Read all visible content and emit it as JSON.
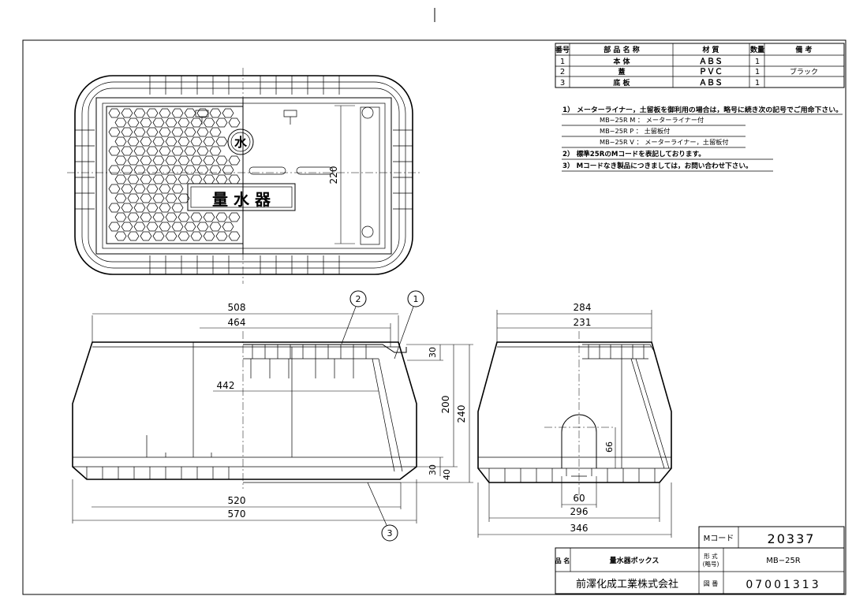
{
  "parts_table": {
    "headers": [
      "番号",
      "部 品 名 称",
      "材 質",
      "数量",
      "備 考"
    ],
    "rows": [
      [
        "1",
        "本 体",
        "ＡＢＳ",
        "1",
        ""
      ],
      [
        "2",
        "蓋",
        "ＰＶＣ",
        "1",
        "ブラック"
      ],
      [
        "3",
        "底 板",
        "ＡＢＳ",
        "1",
        ""
      ]
    ]
  },
  "notes": [
    "1） メーターライナー，土留板を御利用の場合は，略号に続き次の記号でご用命下さい。",
    "MB−25R M ： メーターライナー付",
    "MB−25R P ： 土留板付",
    "MB−25R V ： メーターライナー，土留板付",
    "2） 標準25RのMコードを表記しております。",
    "3） Mコードなき製品につきましては，お問い合わせ下さい。"
  ],
  "lid_label": "量 水 器",
  "lid_symbol": "水",
  "balloons": [
    "1",
    "2",
    "3"
  ],
  "dimensions": {
    "top_height": "220",
    "front_508": "508",
    "front_464": "464",
    "front_442": "442",
    "front_520": "520",
    "front_570": "570",
    "front_30_top": "30",
    "front_200": "200",
    "front_240": "240",
    "front_30_bottom": "30",
    "front_40": "40",
    "side_284": "284",
    "side_231": "231",
    "side_66": "66",
    "side_60": "60",
    "side_296": "296",
    "side_346": "346"
  },
  "title_block": {
    "mcode_label": "Mコード",
    "mcode_value": "20337",
    "name_label": "品 名",
    "name_value": "量水器ボックス",
    "model_label_1": "形 式",
    "model_label_2": "(略号)",
    "model_value": "MB−25R",
    "company": "前澤化成工業株式会社",
    "drawing_label": "図 番",
    "drawing_value": "07001313"
  }
}
